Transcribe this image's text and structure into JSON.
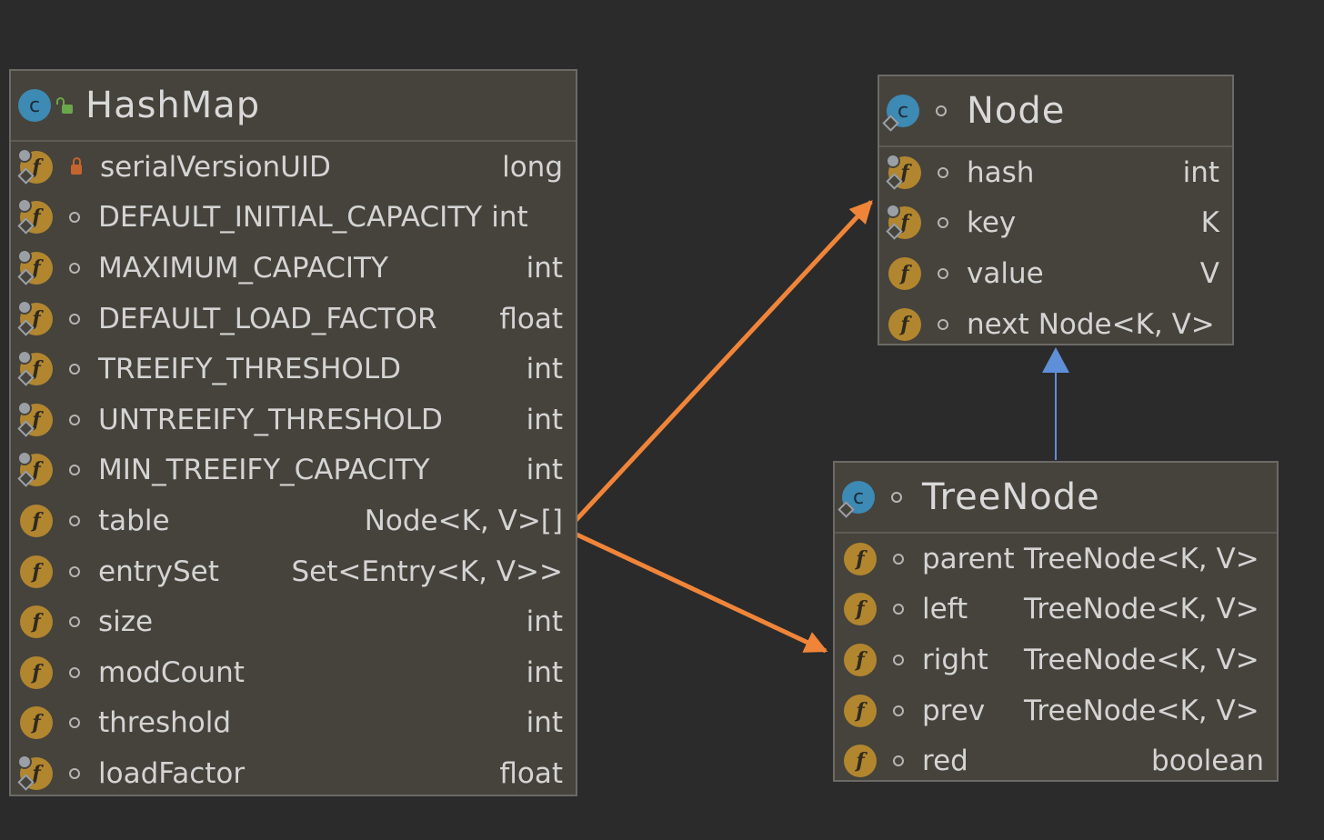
{
  "colors": {
    "background": "#2b2b2b",
    "box_fill": "#46433c",
    "box_border": "#6b6a66",
    "reference_arrow": "#f0853a",
    "inheritance_arrow": "#5f8fd8",
    "field_icon": "#b2862f",
    "class_icon": "#3d8ab4"
  },
  "classes": {
    "hashmap": {
      "name": "HashMap",
      "icon": "class-icon",
      "visibility_icon": "open-lock-icon",
      "fields": [
        {
          "name": "serialVersionUID",
          "type": "long",
          "visibility": "private-lock-icon"
        },
        {
          "name": "DEFAULT_INITIAL_CAPACITY",
          "type": "int",
          "visibility": "package-dot-icon"
        },
        {
          "name": "MAXIMUM_CAPACITY",
          "type": "int",
          "visibility": "package-dot-icon"
        },
        {
          "name": "DEFAULT_LOAD_FACTOR",
          "type": "float",
          "visibility": "package-dot-icon"
        },
        {
          "name": "TREEIFY_THRESHOLD",
          "type": "int",
          "visibility": "package-dot-icon"
        },
        {
          "name": "UNTREEIFY_THRESHOLD",
          "type": "int",
          "visibility": "package-dot-icon"
        },
        {
          "name": "MIN_TREEIFY_CAPACITY",
          "type": "int",
          "visibility": "package-dot-icon"
        },
        {
          "name": "table",
          "type": "Node<K, V>[]",
          "visibility": "package-dot-icon"
        },
        {
          "name": "entrySet",
          "type": "Set<Entry<K, V>>",
          "visibility": "package-dot-icon"
        },
        {
          "name": "size",
          "type": "int",
          "visibility": "package-dot-icon"
        },
        {
          "name": "modCount",
          "type": "int",
          "visibility": "package-dot-icon"
        },
        {
          "name": "threshold",
          "type": "int",
          "visibility": "package-dot-icon"
        },
        {
          "name": "loadFactor",
          "type": "float",
          "visibility": "package-dot-icon"
        }
      ]
    },
    "node": {
      "name": "Node",
      "icon": "static-class-icon",
      "visibility_icon": "package-dot-icon",
      "fields": [
        {
          "name": "hash",
          "type": "int",
          "visibility": "package-dot-icon"
        },
        {
          "name": "key",
          "type": "K",
          "visibility": "package-dot-icon"
        },
        {
          "name": "value",
          "type": "V",
          "visibility": "package-dot-icon"
        },
        {
          "name": "next",
          "type": "Node<K, V>",
          "visibility": "package-dot-icon"
        }
      ]
    },
    "treenode": {
      "name": "TreeNode",
      "icon": "static-class-icon",
      "visibility_icon": "package-dot-icon",
      "fields": [
        {
          "name": "parent",
          "type": "TreeNode<K, V>",
          "visibility": "package-dot-icon"
        },
        {
          "name": "left",
          "type": "TreeNode<K, V>",
          "visibility": "package-dot-icon"
        },
        {
          "name": "right",
          "type": "TreeNode<K, V>",
          "visibility": "package-dot-icon"
        },
        {
          "name": "prev",
          "type": "TreeNode<K, V>",
          "visibility": "package-dot-icon"
        },
        {
          "name": "red",
          "type": "boolean",
          "visibility": "package-dot-icon"
        }
      ]
    }
  }
}
